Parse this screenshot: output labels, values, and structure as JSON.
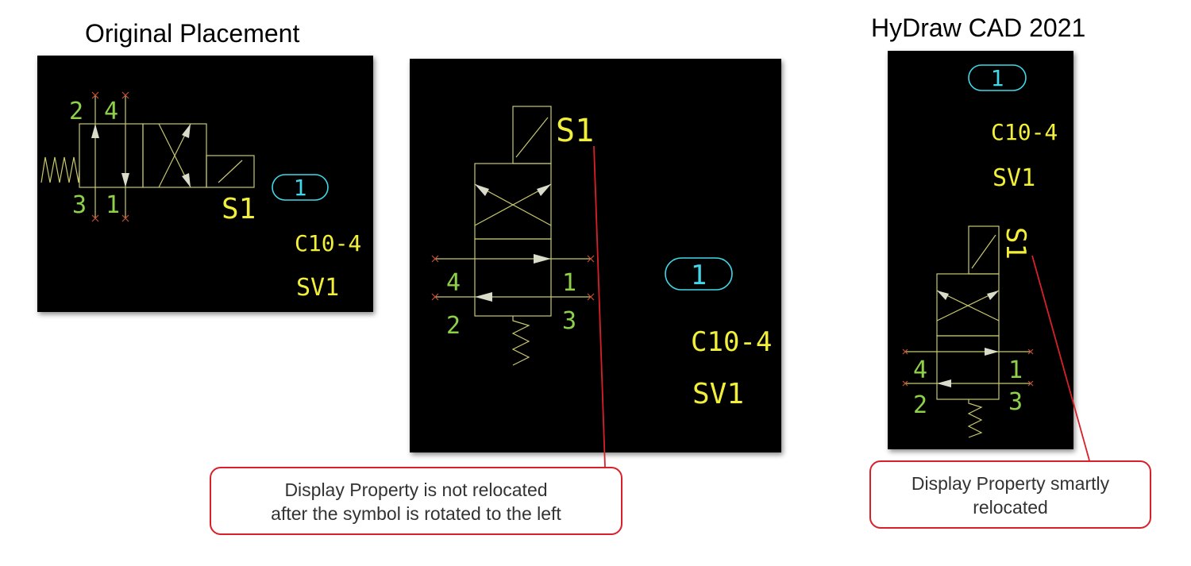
{
  "headings": {
    "original": "Original Placement",
    "hydraw": "HyDraw CAD 2021"
  },
  "symbol": {
    "ports": {
      "p1": "1",
      "p2": "2",
      "p3": "3",
      "p4": "4"
    },
    "solenoid_tag": "S1",
    "balloon_number": "1",
    "part_number": "C10-4",
    "valve_tag": "SV1"
  },
  "callouts": {
    "left": {
      "line1": "Display Property is not relocated",
      "line2": "after the symbol is rotated to the left"
    },
    "right": {
      "line1": "Display Property smartly",
      "line2": "relocated"
    }
  },
  "colors": {
    "background": "#000000",
    "symbol_lines": "#c8c870",
    "port_labels": "#8ed04a",
    "property_text": "#f2ef3a",
    "balloon": "#40d8e8",
    "callout_border": "#d9202a"
  }
}
